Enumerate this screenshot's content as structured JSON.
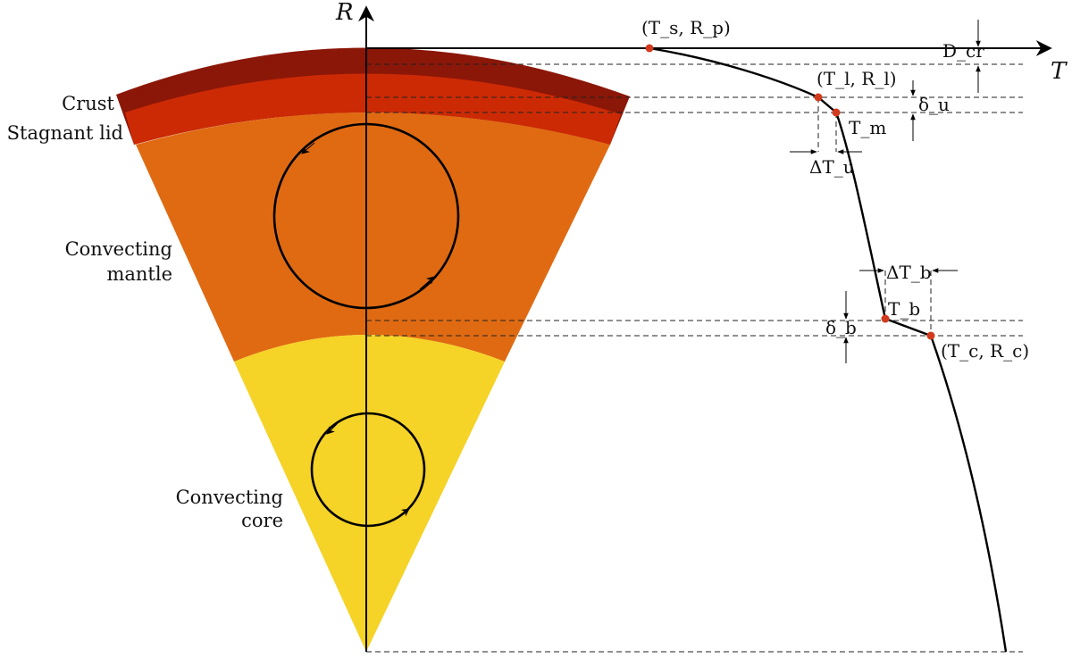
{
  "axes": {
    "r_label": "R",
    "t_label": "T"
  },
  "layers": {
    "crust": "Crust",
    "stagnant_lid": "Stagnant lid",
    "mantle_line1": "Convecting",
    "mantle_line2": "mantle",
    "core_line1": "Convecting",
    "core_line2": "core"
  },
  "points": {
    "surface": "(T_s, R_p)",
    "lid_base": "(T_l, R_l)",
    "mantle_temp": "T_m",
    "lower_bl": "T_b",
    "cmb": "(T_c, R_c)"
  },
  "dimensions": {
    "crust_thickness": "D_cr",
    "upper_bl": "δ_u",
    "upper_dT": "ΔT_u",
    "lower_dT": "ΔT_b",
    "lower_bl": "δ_b"
  },
  "colors": {
    "crust": "#8b1708",
    "lid": "#cc2a05",
    "mantle": "#e06a12",
    "core": "#f5d327",
    "marker": "#d23a1e"
  }
}
